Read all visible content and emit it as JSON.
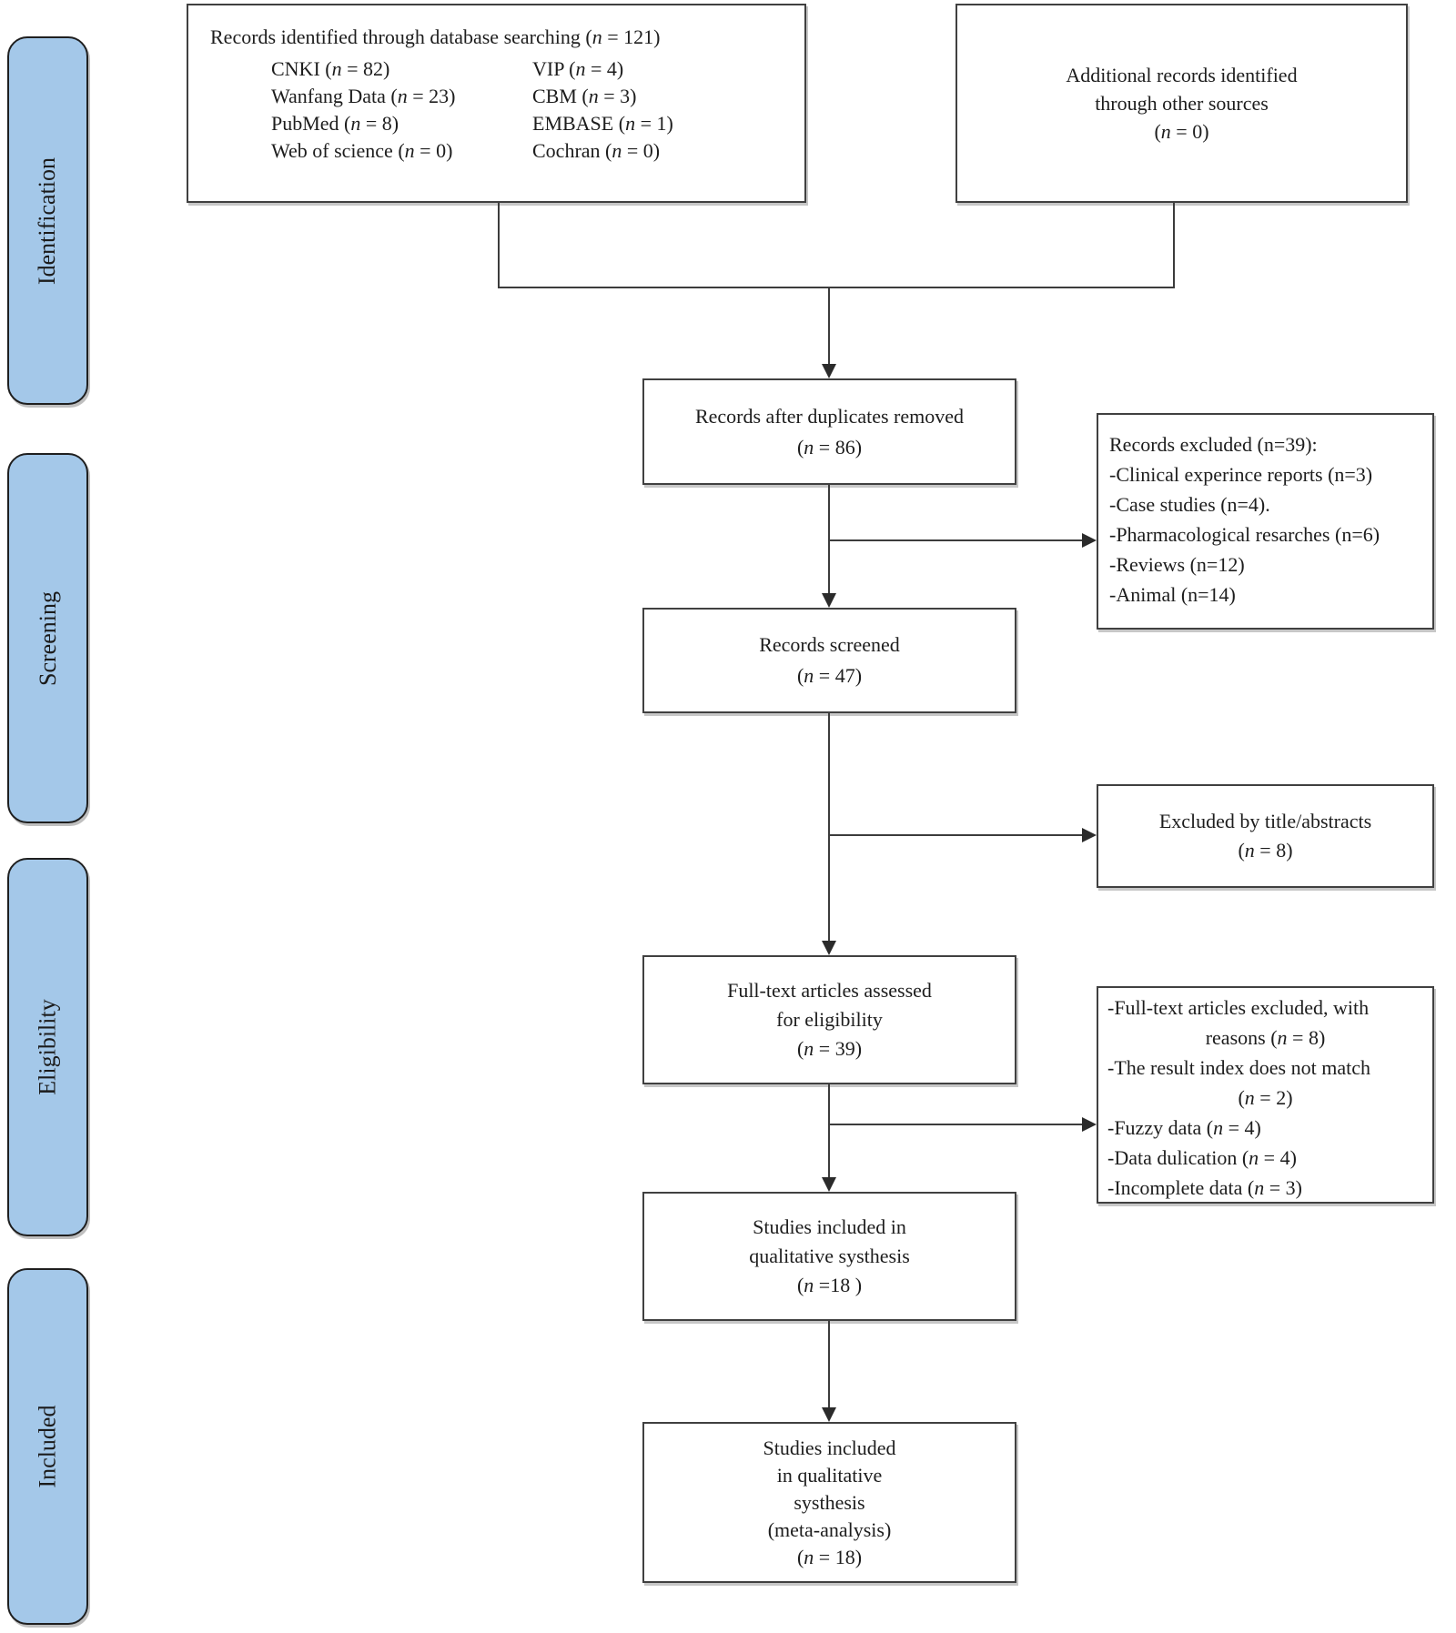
{
  "colors": {
    "stage_fill": "#a4c8e9",
    "box_border": "#404040",
    "connector": "#3c3c3c",
    "text": "#1d1d1d"
  },
  "sidebar": {
    "stages": [
      {
        "label": "Identification"
      },
      {
        "label": "Screening"
      },
      {
        "label": "Eligibility"
      },
      {
        "label": "Included"
      }
    ]
  },
  "flow": {
    "identified": {
      "title": "Records identified through database searching (n = 121)",
      "sources": [
        "CNKI (n = 82)",
        "VIP (n = 4)",
        "Wanfang Data (n = 23)",
        "CBM (n = 3)",
        "PubMed (n = 8)",
        "EMBASE (n = 1)",
        "Web of science (n = 0)",
        "Cochran (n = 0)"
      ]
    },
    "additional": {
      "lines": [
        "Additional records identified",
        "through other sources",
        "(n = 0)"
      ]
    },
    "dedup": {
      "lines": [
        "Records after duplicates removed",
        "(n = 86)"
      ]
    },
    "records_excluded": {
      "lines": [
        "Records excluded (n=39):",
        "-Clinical experince reports (n=3)",
        "-Case studies (n=4).",
        "-Pharmacological resarches (n=6)",
        "-Reviews (n=12)",
        "-Animal (n=14)"
      ]
    },
    "screened": {
      "lines": [
        "Records screened",
        "(n = 47)"
      ]
    },
    "title_abstract_excluded": {
      "lines": [
        "Excluded by title/abstracts",
        "(n = 8)"
      ]
    },
    "fulltext_assessed": {
      "lines": [
        "Full-text articles assessed",
        "for eligibility",
        "(n = 39)"
      ]
    },
    "fulltext_excluded": {
      "lines": [
        "-Full-text articles excluded, with",
        "reasons (n = 8)",
        "-The result index does not match",
        "(n = 2)",
        "-Fuzzy data (n = 4)",
        "-Data dulication (n = 4)",
        "-Incomplete data (n = 3)"
      ]
    },
    "qualitative": {
      "lines": [
        "Studies included in",
        "qualitative systhesis",
        "(n =18 )"
      ]
    },
    "meta_analysis": {
      "lines": [
        "Studies included",
        "in qualitative",
        "systhesis",
        "(meta-analysis)",
        "(n = 18)"
      ]
    }
  }
}
